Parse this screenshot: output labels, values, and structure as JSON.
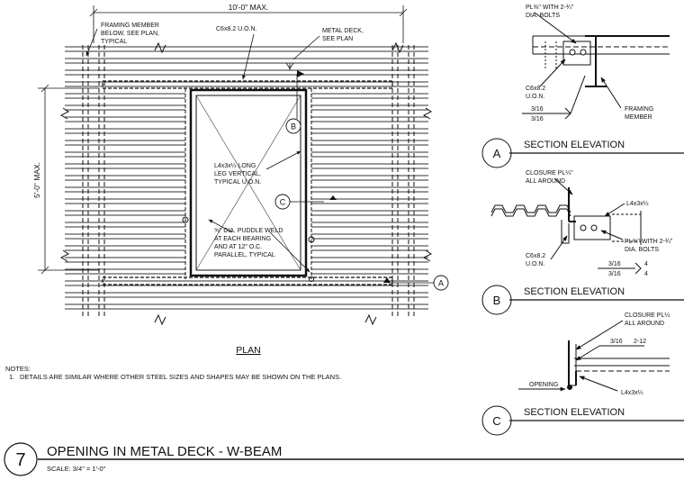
{
  "plan": {
    "dim_top": "10'-0\" MAX.",
    "dim_side": "5'-0\" MAX.",
    "note_framing": [
      "FRAMING MEMBER",
      "BELOW, SEE PLAN,",
      "TYPICAL"
    ],
    "note_channel": "C6x8.2 U.O.N.",
    "note_deck": [
      "METAL DECK,",
      "SEE PLAN"
    ],
    "note_angle": [
      "L4x3x¼ LONG",
      "LEG VERTICAL,",
      "TYPICAL U.O.N."
    ],
    "note_weld": [
      "⅝\" DIA. PUDDLE WELD",
      "AT EACH BEARING",
      "AND AT 12\" O.C.",
      "PARALLEL, TYPICAL"
    ],
    "marker_a": "A",
    "marker_b": "B",
    "marker_c": "C",
    "label": "PLAN"
  },
  "notes": {
    "heading": "NOTES:",
    "item_1_num": "1.",
    "item_1": "DETAILS ARE SIMILAR WHERE OTHER STEEL SIZES AND SHAPES MAY BE SHOWN ON THE PLANS."
  },
  "section_a": {
    "marker": "A",
    "title": "SECTION ELEVATION",
    "note_plate": [
      "PL⅜\" WITH 2-¾\"",
      "DIA. BOLTS"
    ],
    "note_channel": [
      "C6x8.2",
      "U.O.N."
    ],
    "weld_top": "3/16",
    "weld_bottom": "3/16",
    "note_member": [
      "FRAMING",
      "MEMBER"
    ]
  },
  "section_b": {
    "marker": "B",
    "title": "SECTION ELEVATION",
    "note_closure": [
      "CLOSURE PL¼\"",
      "ALL AROUND"
    ],
    "note_angle": "L4x3x¼",
    "note_plate": [
      "PL⅜\" WITH 2-¾\"",
      "DIA. BOLTS"
    ],
    "note_channel": [
      "C6x8.2",
      "U.O.N."
    ],
    "weld_top": "3/16",
    "weld_top_len": "4",
    "weld_bottom": "3/16",
    "weld_bottom_len": "4"
  },
  "section_c": {
    "marker": "C",
    "title": "SECTION ELEVATION",
    "note_closure": [
      "CLOSURE PL¼",
      "ALL AROUND"
    ],
    "weld": "3/16",
    "weld_len": "2-12",
    "note_opening": "OPENING",
    "note_angle": "L4x3x¼"
  },
  "title_block": {
    "number": "7",
    "title": "OPENING IN METAL DECK - W-BEAM",
    "scale": "SCALE: 3/4\" = 1'-0\""
  }
}
